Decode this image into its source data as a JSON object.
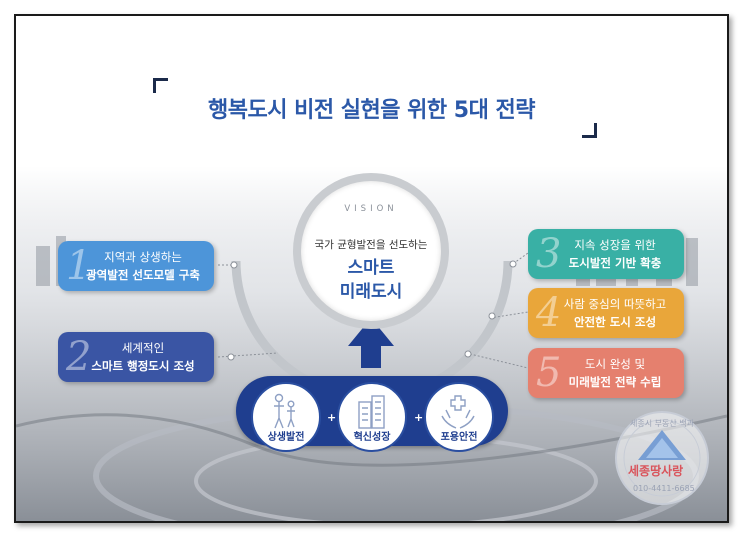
{
  "title": "행복도시 비전 실현을 위한 5대 전략",
  "vision": {
    "label": "VISION",
    "subtitle": "국가 균형발전을 선도하는",
    "main_line1": "스마트",
    "main_line2": "미래도시"
  },
  "strategies_left": [
    {
      "number": "1",
      "line1": "지역과 상생하는",
      "line2": "광역발전 선도모델 구축",
      "color": "#4d95d9"
    },
    {
      "number": "2",
      "line1": "세계적인",
      "line2": "스마트 행정도시 조성",
      "color": "#3a55a4"
    }
  ],
  "strategies_right": [
    {
      "number": "3",
      "line1": "지속 성장을 위한",
      "line2": "도시발전 기반 확충",
      "color": "#39b0a5"
    },
    {
      "number": "4",
      "line1": "사람 중심의 따뜻하고",
      "line2": "안전한 도시 조성",
      "color": "#e9a63a"
    },
    {
      "number": "5",
      "line1": "도시 완성 및",
      "line2": "미래발전 전략 수립",
      "color": "#e5806e"
    }
  ],
  "pillars": [
    {
      "label": "상생발전",
      "icon": "family-icon"
    },
    {
      "label": "혁신성장",
      "icon": "buildings-icon"
    },
    {
      "label": "포용안전",
      "icon": "hands-care-icon"
    }
  ],
  "plus_sign": "+",
  "stamp": {
    "top": "세종시 부동산 백과",
    "name": "세종땅사랑",
    "phone": "010-4411-6685"
  },
  "colors": {
    "title": "#2b58a8",
    "band": "#1f3e8f"
  }
}
